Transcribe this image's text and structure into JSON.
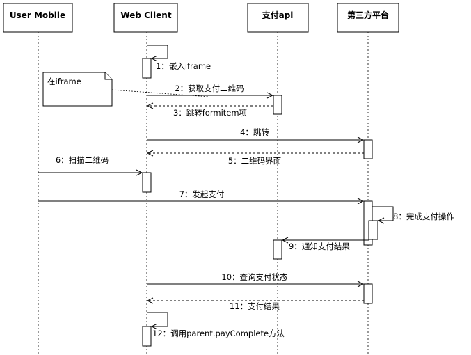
{
  "actors": [
    {
      "id": "user",
      "label": "User Mobile"
    },
    {
      "id": "web",
      "label": "Web Client"
    },
    {
      "id": "api",
      "label": "支付api"
    },
    {
      "id": "third",
      "label": "第三方平台"
    }
  ],
  "note": {
    "text": "在iframe"
  },
  "messages": [
    {
      "label": "1：嵌入iframe"
    },
    {
      "label": "2：获取支付二维码"
    },
    {
      "label": "3：跳转formitem项"
    },
    {
      "label": "4：跳转"
    },
    {
      "label": "5：二维码界面"
    },
    {
      "label": "6：扫描二维码"
    },
    {
      "label": "7：发起支付"
    },
    {
      "label": "8：完成支付操作"
    },
    {
      "label": "9：通知支付结果"
    },
    {
      "label": "10：查询支付状态"
    },
    {
      "label": "11：支付结果"
    },
    {
      "label": "12：调用parent.payComplete方法"
    }
  ]
}
